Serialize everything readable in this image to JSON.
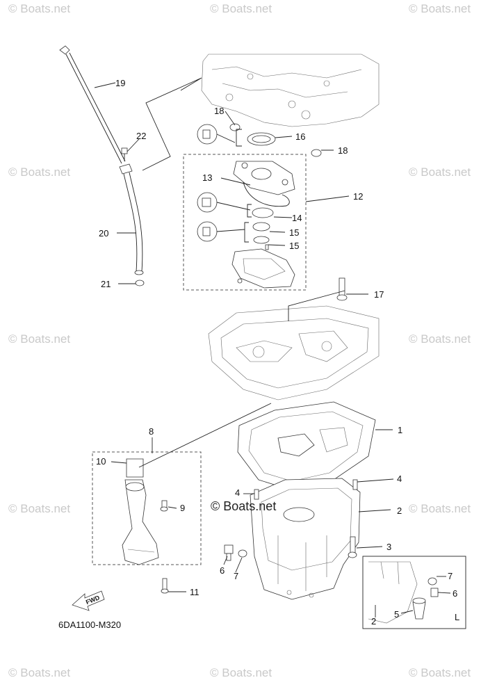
{
  "watermark": "© Boats.net",
  "center_watermark": "© Boats.net",
  "diagram_code": "6DA1100-M320",
  "fwd_label": "FWD",
  "inset_label": "L",
  "callouts": {
    "c1": "1",
    "c2": "2",
    "c2b": "2",
    "c3": "3",
    "c4a": "4",
    "c4b": "4",
    "c5": "5",
    "c6a": "6",
    "c6b": "6",
    "c7a": "7",
    "c7b": "7",
    "c8": "8",
    "c9": "9",
    "c10": "10",
    "c11": "11",
    "c12": "12",
    "c13": "13",
    "c14": "14",
    "c15a": "15",
    "c15b": "15",
    "c16": "16",
    "c17": "17",
    "c18a": "18",
    "c18b": "18",
    "c19": "19",
    "c20": "20",
    "c21": "21",
    "c22": "22"
  }
}
